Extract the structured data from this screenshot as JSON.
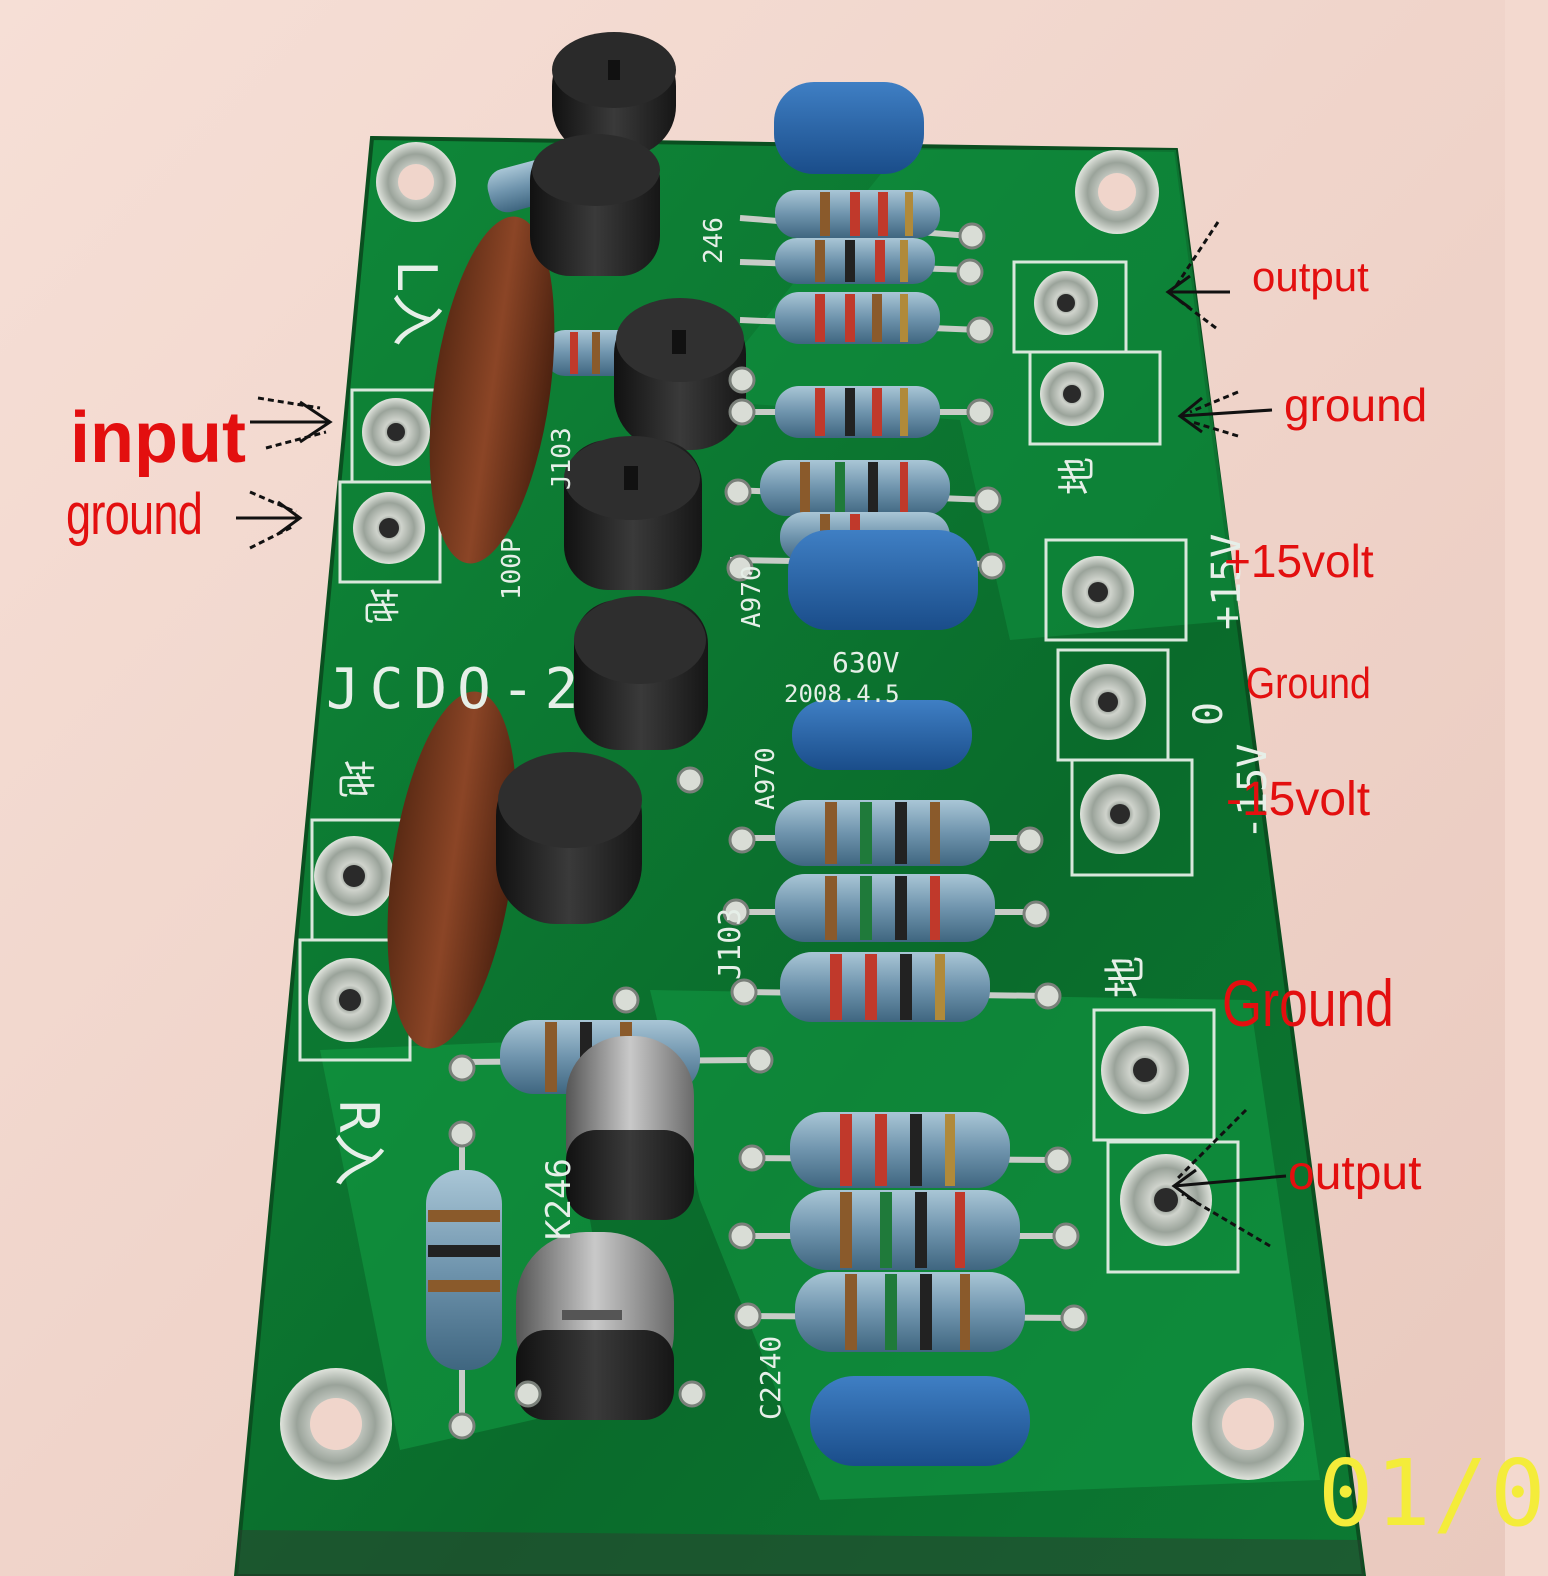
{
  "annotations": {
    "input": "input",
    "ground_left": "ground",
    "output_top": "output",
    "ground_top": "ground",
    "plus_15": "+15volt",
    "ground_mid": "Ground",
    "minus_15": "-15volt",
    "ground_big": "Ground",
    "output_bottom": "output"
  },
  "date_stamp": "01/0",
  "silkscreen": {
    "board_name": "JCDO-2",
    "left_top": "L入",
    "right_bottom": "R入",
    "gnd_char": "地",
    "cap_100p": "100P",
    "j103_a": "J103",
    "j103_b": "J103",
    "a970_a": "A970",
    "a970_b": "A970",
    "k246_a": "K246",
    "k246_b": "246",
    "c2240": "C2240",
    "volt_630": "630V",
    "date_code": "2008.4.5",
    "plus15v": "+15V",
    "zero": "0",
    "minus15v": "-15V"
  },
  "colors": {
    "annotation_red": "#e30f0f",
    "pcb_green": "#0d7a32",
    "background": "#f3d9cf",
    "stamp_yellow": "#f4ec3a"
  }
}
